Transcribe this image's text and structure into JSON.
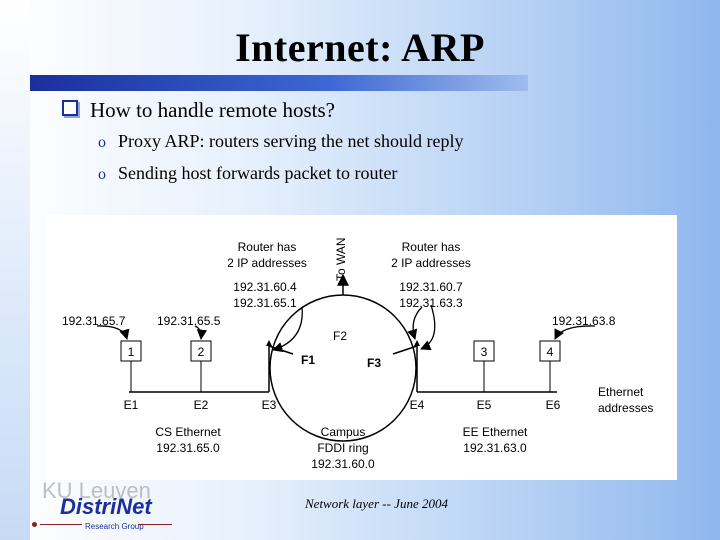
{
  "title": "Internet: ARP",
  "bullet": "How to handle remote hosts?",
  "sub_bullets": [
    "Proxy ARP: routers serving the net should reply",
    "Sending host forwards packet to router"
  ],
  "sub_marker": "o",
  "diagram": {
    "router_left": {
      "line1": "Router has",
      "line2": "2 IP addresses",
      "ip1": "192.31.60.4",
      "ip2": "192.31.65.1"
    },
    "router_right": {
      "line1": "Router has",
      "line2": "2 IP addresses",
      "ip1": "192.31.60.7",
      "ip2": "192.31.63.3"
    },
    "to_wan": "To WAN",
    "host_ips": {
      "h1": "192.31.65.7",
      "h2": "192.31.65.5",
      "h4": "192.31.63.8"
    },
    "hosts": [
      "1",
      "2",
      "3",
      "4"
    ],
    "ports": {
      "f1": "F1",
      "f2": "F2",
      "f3": "F3"
    },
    "ethernet_addresses": [
      "E1",
      "E2",
      "E3",
      "E4",
      "E5",
      "E6"
    ],
    "legend_line1": "Ethernet",
    "legend_line2": "addresses",
    "cs_line1": "CS Ethernet",
    "cs_line2": "192.31.65.0",
    "campus_line1": "Campus",
    "campus_line2": "FDDI ring",
    "campus_line3": "192.31.60.0",
    "ee_line1": "EE Ethernet",
    "ee_line2": "192.31.63.0"
  },
  "footer": "Network layer -- June 2004",
  "logo": {
    "kuleuven": "KU Leuven",
    "distrinet": "DistriNet",
    "research_group": "Research Group"
  },
  "colors": {
    "accent": "#1a2f9c"
  }
}
